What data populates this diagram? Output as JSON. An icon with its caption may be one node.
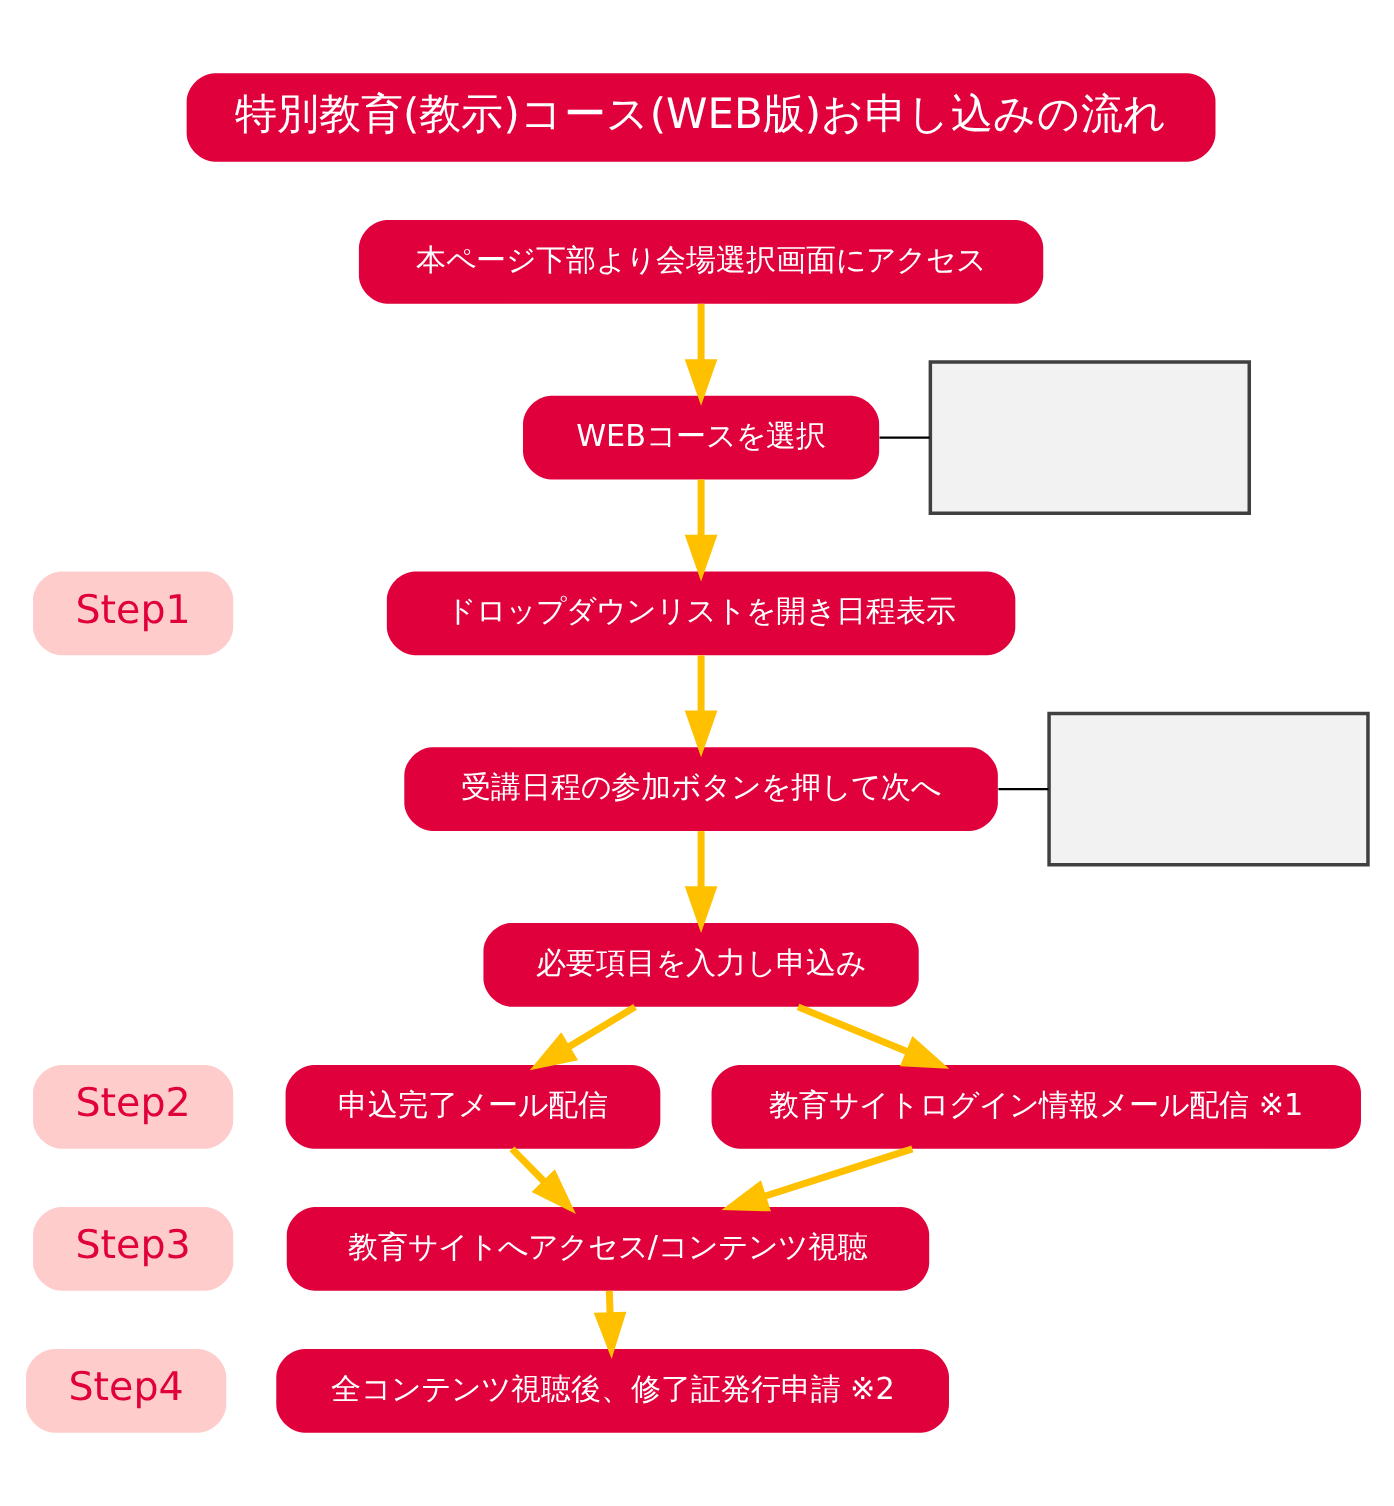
{
  "diagram": {
    "title": "特別教育(教示)コース(WEB版)お申し込みの流れ",
    "nodes": [
      {
        "text": [
          "Step1"
        ]
      },
      {
        "text": [
          "本ページ下部より会場選択画面にアクセス"
        ]
      },
      {
        "text": [
          "WEBコースを選択"
        ]
      },
      {
        "text": [
          "ドロップダウンリストを開き日程表示"
        ]
      },
      {
        "text": [
          "受講日程の参加ボタンを押して次へ"
        ]
      },
      {
        "text": [
          "必要項目を入力し申込み"
        ]
      },
      {
        "text": [],
        "shape": "box"
      },
      {
        "text": [],
        "shape": "box"
      },
      {
        "text": [
          "Step2"
        ]
      },
      {
        "text": [
          "申込完了メール配信"
        ]
      },
      {
        "text": [
          "教育サイトログイン情報メール配信 ※1"
        ]
      },
      {
        "text": [
          "Step3"
        ]
      },
      {
        "text": [
          "教育サイトへアクセス/コンテンツ視聴"
        ]
      },
      {
        "text": [
          "Step4"
        ]
      },
      {
        "text": [
          "全コンテンツ視聴後、修了証発行申請 ※2"
        ]
      }
    ],
    "edges": [
      {
        "from": 1,
        "to": 2,
        "arrow": "to"
      },
      {
        "from": 2,
        "to": 3,
        "arrow": "to"
      },
      {
        "from": 3,
        "to": 4,
        "arrow": "to"
      },
      {
        "from": 4,
        "to": 5,
        "arrow": "to"
      },
      {
        "from": 5,
        "to": 9,
        "arrow": "to"
      },
      {
        "from": 5,
        "to": 10,
        "arrow": "to"
      },
      {
        "from": 9,
        "to": 12,
        "arrow": "to"
      },
      {
        "from": 10,
        "to": 12,
        "arrow": "to"
      },
      {
        "from": 12,
        "to": 14,
        "arrow": "to"
      },
      {
        "from": 6,
        "to": 2,
        "arrow": "none",
        "color": "#000000"
      },
      {
        "from": 7,
        "to": 4,
        "arrow": "none",
        "color": "#000000"
      }
    ]
  }
}
